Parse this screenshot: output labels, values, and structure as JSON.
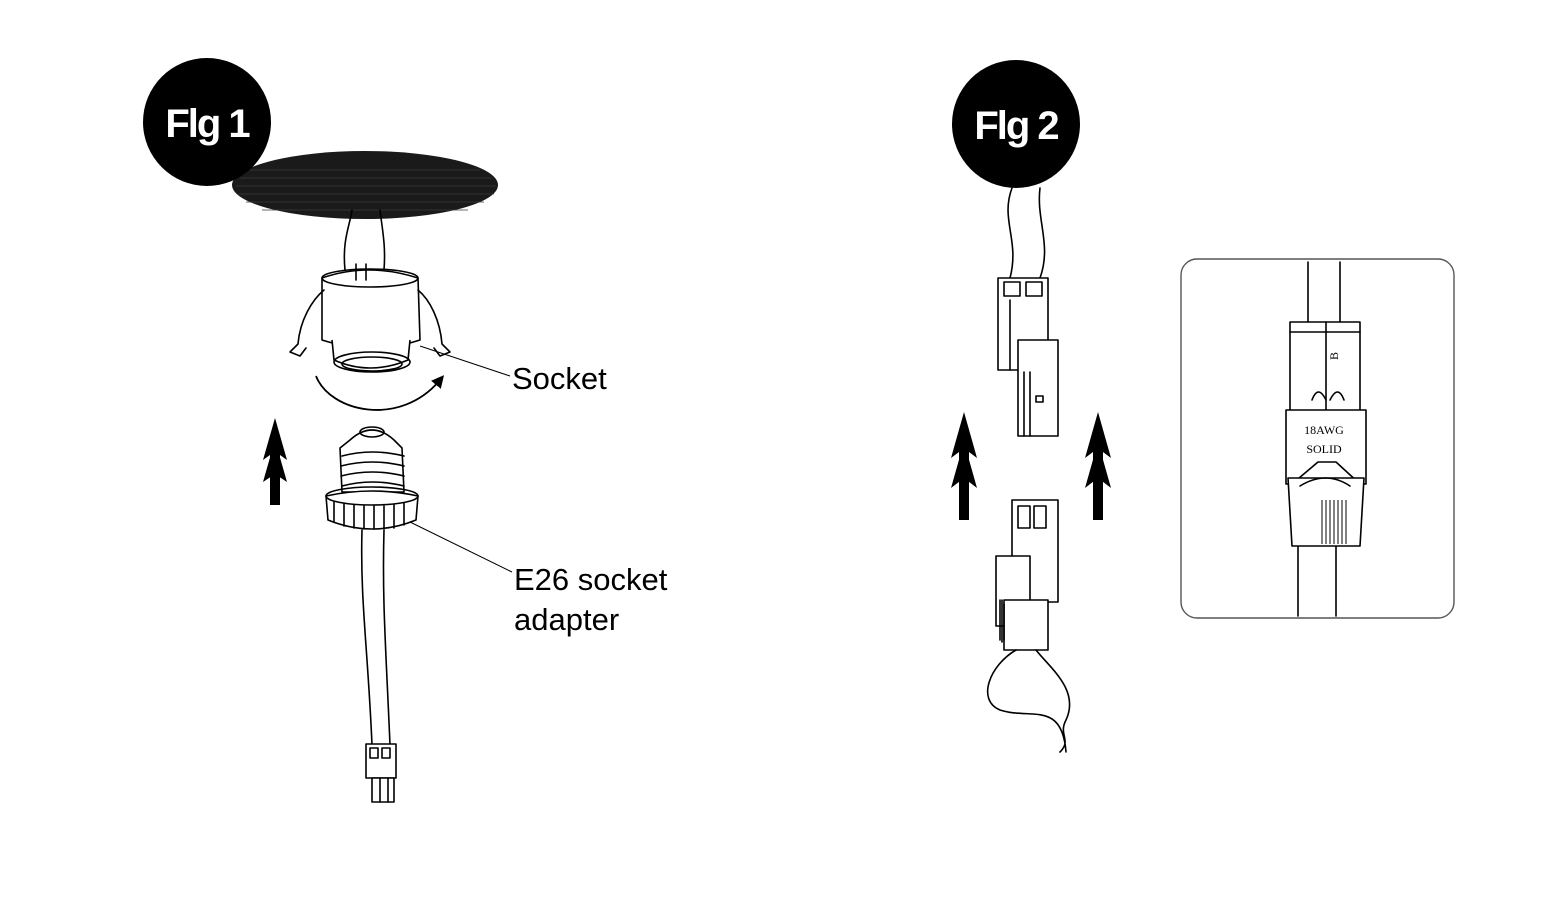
{
  "figures": {
    "fig1": {
      "badge": "Flg 1",
      "labels": {
        "socket": "Socket",
        "adapter_line1": "E26 socket",
        "adapter_line2": "adapter"
      }
    },
    "fig2": {
      "badge": "Flg 2",
      "inset": {
        "connector_letter": "B",
        "wire_gauge": "18AWG",
        "wire_type": "SOLID"
      }
    }
  },
  "colors": {
    "badge": "#000000",
    "canopy": "#1a1a1a",
    "line": "#000000",
    "inset_border": "#555555"
  },
  "icons": {
    "push_arrow": "double-chevron-up-arrow",
    "rotate_arrow": "curved-rotate-arrow"
  }
}
